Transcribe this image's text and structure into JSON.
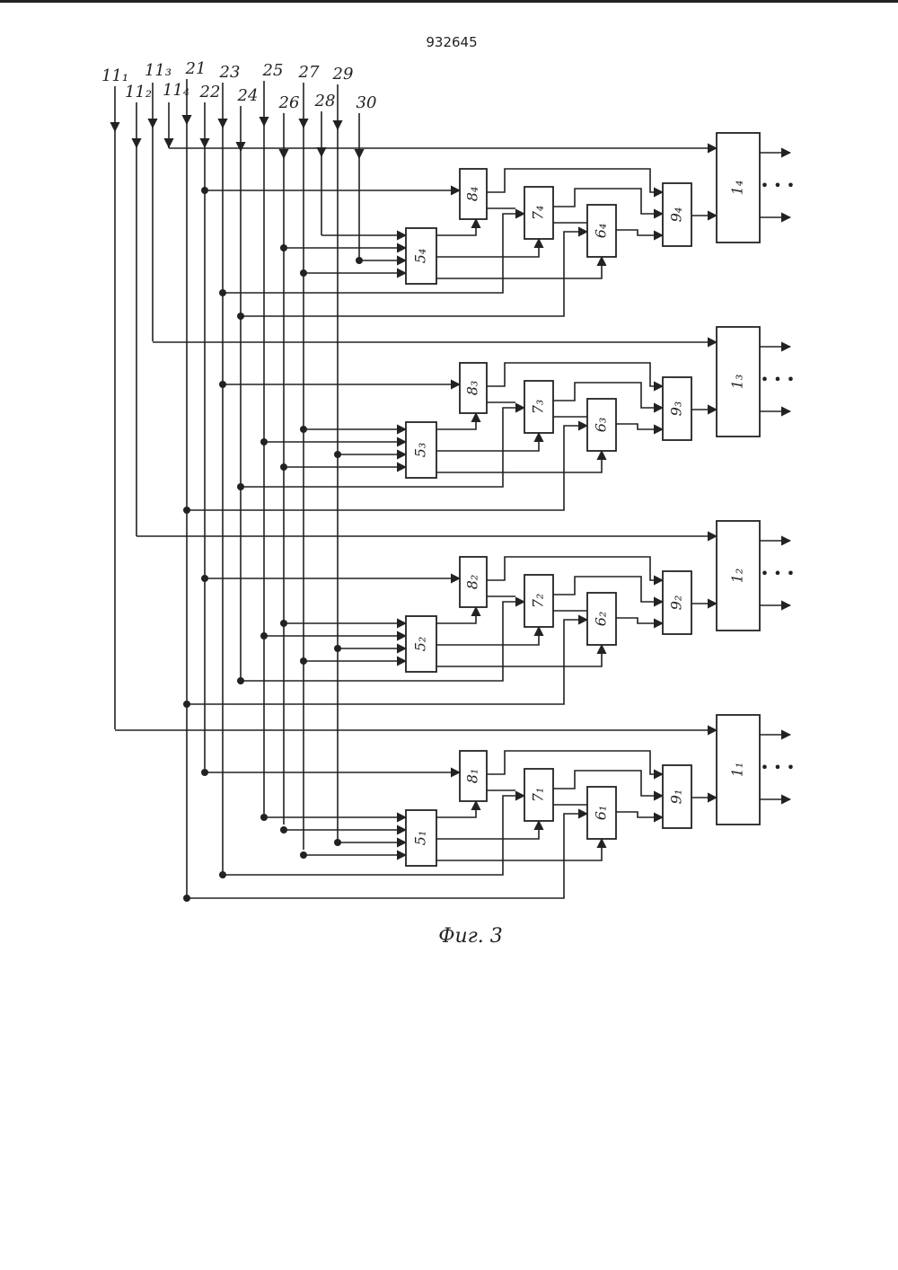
{
  "document": {
    "number": "932645",
    "caption": "Фиг. 3"
  },
  "inputs": [
    {
      "id": "in-11-1",
      "label": "11₁"
    },
    {
      "id": "in-11-2",
      "label": "11₂"
    },
    {
      "id": "in-11-3",
      "label": "11₃"
    },
    {
      "id": "in-11-4",
      "label": "11₄"
    },
    {
      "id": "in-21",
      "label": "21"
    },
    {
      "id": "in-22",
      "label": "22"
    },
    {
      "id": "in-23",
      "label": "23"
    },
    {
      "id": "in-24",
      "label": "24"
    },
    {
      "id": "in-25",
      "label": "25"
    },
    {
      "id": "in-26",
      "label": "26"
    },
    {
      "id": "in-27",
      "label": "27"
    },
    {
      "id": "in-28",
      "label": "28"
    },
    {
      "id": "in-29",
      "label": "29"
    },
    {
      "id": "in-30",
      "label": "30"
    }
  ],
  "stages": [
    {
      "blocks": {
        "b5": "5₄",
        "b6": "6₄",
        "b7": "7₄",
        "b8": "8₄",
        "b9": "9₄",
        "b1": "1₄"
      }
    },
    {
      "blocks": {
        "b5": "5₃",
        "b6": "6₃",
        "b7": "7₃",
        "b8": "8₃",
        "b9": "9₃",
        "b1": "1₃"
      }
    },
    {
      "blocks": {
        "b5": "5₂",
        "b6": "6₂",
        "b7": "7₂",
        "b8": "8₂",
        "b9": "9₂",
        "b1": "1₂"
      }
    },
    {
      "blocks": {
        "b5": "5₁",
        "b6": "6₁",
        "b7": "7₁",
        "b8": "8₁",
        "b9": "9₁",
        "b1": "1₁"
      }
    }
  ],
  "output_ellipsis": "• • •"
}
